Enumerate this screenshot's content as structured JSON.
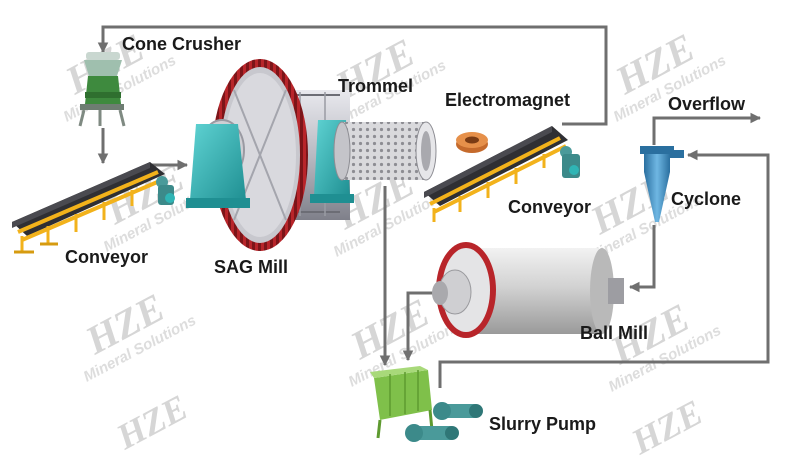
{
  "labels": {
    "cone_crusher": "Cone Crusher",
    "conveyor_left": "Conveyor",
    "sag_mill": "SAG Mill",
    "trommel": "Trommel",
    "electromagnet": "Electromagnet",
    "conveyor_right": "Conveyor",
    "overflow": "Overflow",
    "cyclone": "Cyclone",
    "ball_mill": "Ball Mill",
    "slurry_pump": "Slurry Pump"
  },
  "watermark": {
    "brand": "HZE",
    "tagline": "Mineral Solutions"
  },
  "colors": {
    "arrow": "#6f6f6f",
    "label": "#1a1a1a",
    "mill_teal": "#2fb5b5",
    "mill_red": "#b8252a",
    "conveyor_yellow": "#f2b21b",
    "crusher_green": "#3e8a3e",
    "pump_teal": "#4a9a9a",
    "tank_green": "#7fc04a",
    "cyclone_blue": "#3d8fc4"
  },
  "icons": [
    "cone-crusher-icon",
    "conveyor-icon",
    "sag-mill-icon",
    "trommel-icon",
    "electromagnet-icon",
    "cyclone-icon",
    "ball-mill-icon",
    "sump-tank-icon",
    "slurry-pump-icon"
  ]
}
